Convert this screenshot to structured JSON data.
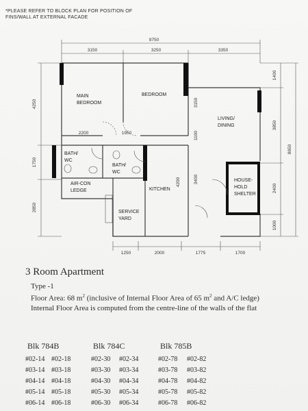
{
  "note": "*PLEASE REFER TO BLOCK PLAN FOR POSITION OF FINS/WALL AT EXTERNAL FACADE",
  "plan": {
    "rooms": {
      "main_bedroom": [
        "MAIN",
        "BEDROOM"
      ],
      "bedroom": "BEDROOM",
      "living": [
        "LIVING/",
        "DINING"
      ],
      "bath1": [
        "BATH/",
        "WC"
      ],
      "bath2": [
        "BATH/",
        "WC"
      ],
      "aircon": [
        "AIR-CON",
        "LEDGE"
      ],
      "kitchen": "KITCHEN",
      "service": [
        "SERVICE",
        "YARD"
      ],
      "shelter": [
        "HOUSE-",
        "HOLD",
        "SHELTER"
      ]
    },
    "dims": {
      "total_width": "9750",
      "top_1": "3150",
      "top_2": "3250",
      "top_3": "3350",
      "left_1": "4250",
      "left_2": "1750",
      "left_3": "2850",
      "right_1": "1400",
      "right_2": "3850",
      "right_3": "2400",
      "right_4": "1000",
      "right_total": "8650",
      "inner_2200": "2200",
      "inner_1950": "1950",
      "inner_3150": "3150",
      "inner_1100": "1100",
      "inner_3400": "3400",
      "inner_4200": "4200",
      "bottom_1": "1250",
      "bottom_2": "2000",
      "bottom_3": "1775",
      "bottom_4": "1700"
    }
  },
  "title": "3 Room Apartment",
  "type": "Type -1",
  "floor_area_prefix": "Floor Area: 68 m",
  "floor_area_sup": "2",
  "floor_area_middle": "  (inclusive of Internal Floor Area of 65 m",
  "floor_area_sup2": "2",
  "floor_area_suffix": " and A/C ledge)",
  "computed": "Internal Floor Area is computed from the centre-line of the walls of the flat",
  "blocks": [
    {
      "name": "Blk 784B",
      "units": [
        [
          "#02-14",
          "#02-18"
        ],
        [
          "#03-14",
          "#03-18"
        ],
        [
          "#04-14",
          "#04-18"
        ],
        [
          "#05-14",
          "#05-18"
        ],
        [
          "#06-14",
          "#06-18"
        ]
      ]
    },
    {
      "name": "Blk 784C",
      "units": [
        [
          "#02-30",
          "#02-34"
        ],
        [
          "#03-30",
          "#03-34"
        ],
        [
          "#04-30",
          "#04-34"
        ],
        [
          "#05-30",
          "#05-34"
        ],
        [
          "#06-30",
          "#06-34"
        ]
      ]
    },
    {
      "name": "Blk 785B",
      "units": [
        [
          "#02-78",
          "#02-82"
        ],
        [
          "#03-78",
          "#03-82"
        ],
        [
          "#04-78",
          "#04-82"
        ],
        [
          "#05-78",
          "#05-82"
        ],
        [
          "#06-78",
          "#06-82"
        ]
      ]
    }
  ]
}
